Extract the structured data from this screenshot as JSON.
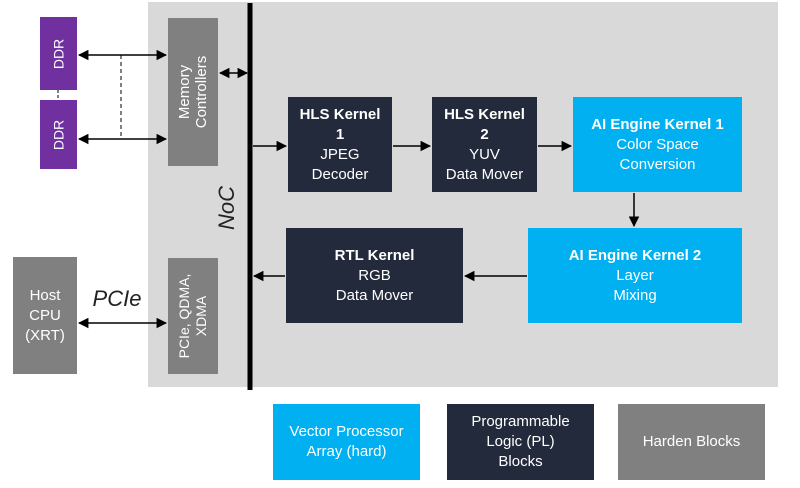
{
  "memory": {
    "ddr_top": "DDR",
    "ddr_bottom": "DDR",
    "controllers": "Memory Controllers"
  },
  "noc_label": "NoC",
  "pcie_label": "PCIe",
  "host": {
    "lines": [
      "Host",
      "CPU",
      "(XRT)"
    ]
  },
  "pcie_block": {
    "lines": [
      "PCIe, QDMA,",
      "XDMA"
    ]
  },
  "kernels": {
    "hls1": {
      "title_lines": [
        "HLS Kernel",
        "1"
      ],
      "desc_lines": [
        "JPEG",
        "Decoder"
      ]
    },
    "hls2": {
      "title_lines": [
        "HLS Kernel",
        "2"
      ],
      "desc_lines": [
        "YUV",
        "Data Mover"
      ]
    },
    "aie1": {
      "title_lines": [
        "AI Engine Kernel 1"
      ],
      "desc_lines": [
        "Color Space",
        "Conversion"
      ]
    },
    "aie2": {
      "title_lines": [
        "AI Engine Kernel 2"
      ],
      "desc_lines": [
        "Layer",
        "Mixing"
      ]
    },
    "rtl": {
      "title_lines": [
        "RTL Kernel"
      ],
      "desc_lines": [
        "RGB",
        "Data Mover"
      ]
    }
  },
  "legend": {
    "vector": [
      "Vector Processor",
      "Array (hard)"
    ],
    "pl": [
      "Programmable",
      "Logic (PL)",
      "Blocks"
    ],
    "harden": [
      "Harden Blocks"
    ]
  },
  "colors": {
    "panel": "#d9d9d9",
    "ddr": "#7030a0",
    "hard_block": "#808080",
    "pl_block": "#232a3c",
    "aie_block": "#00b0f0",
    "noc_bus": "#000000"
  }
}
